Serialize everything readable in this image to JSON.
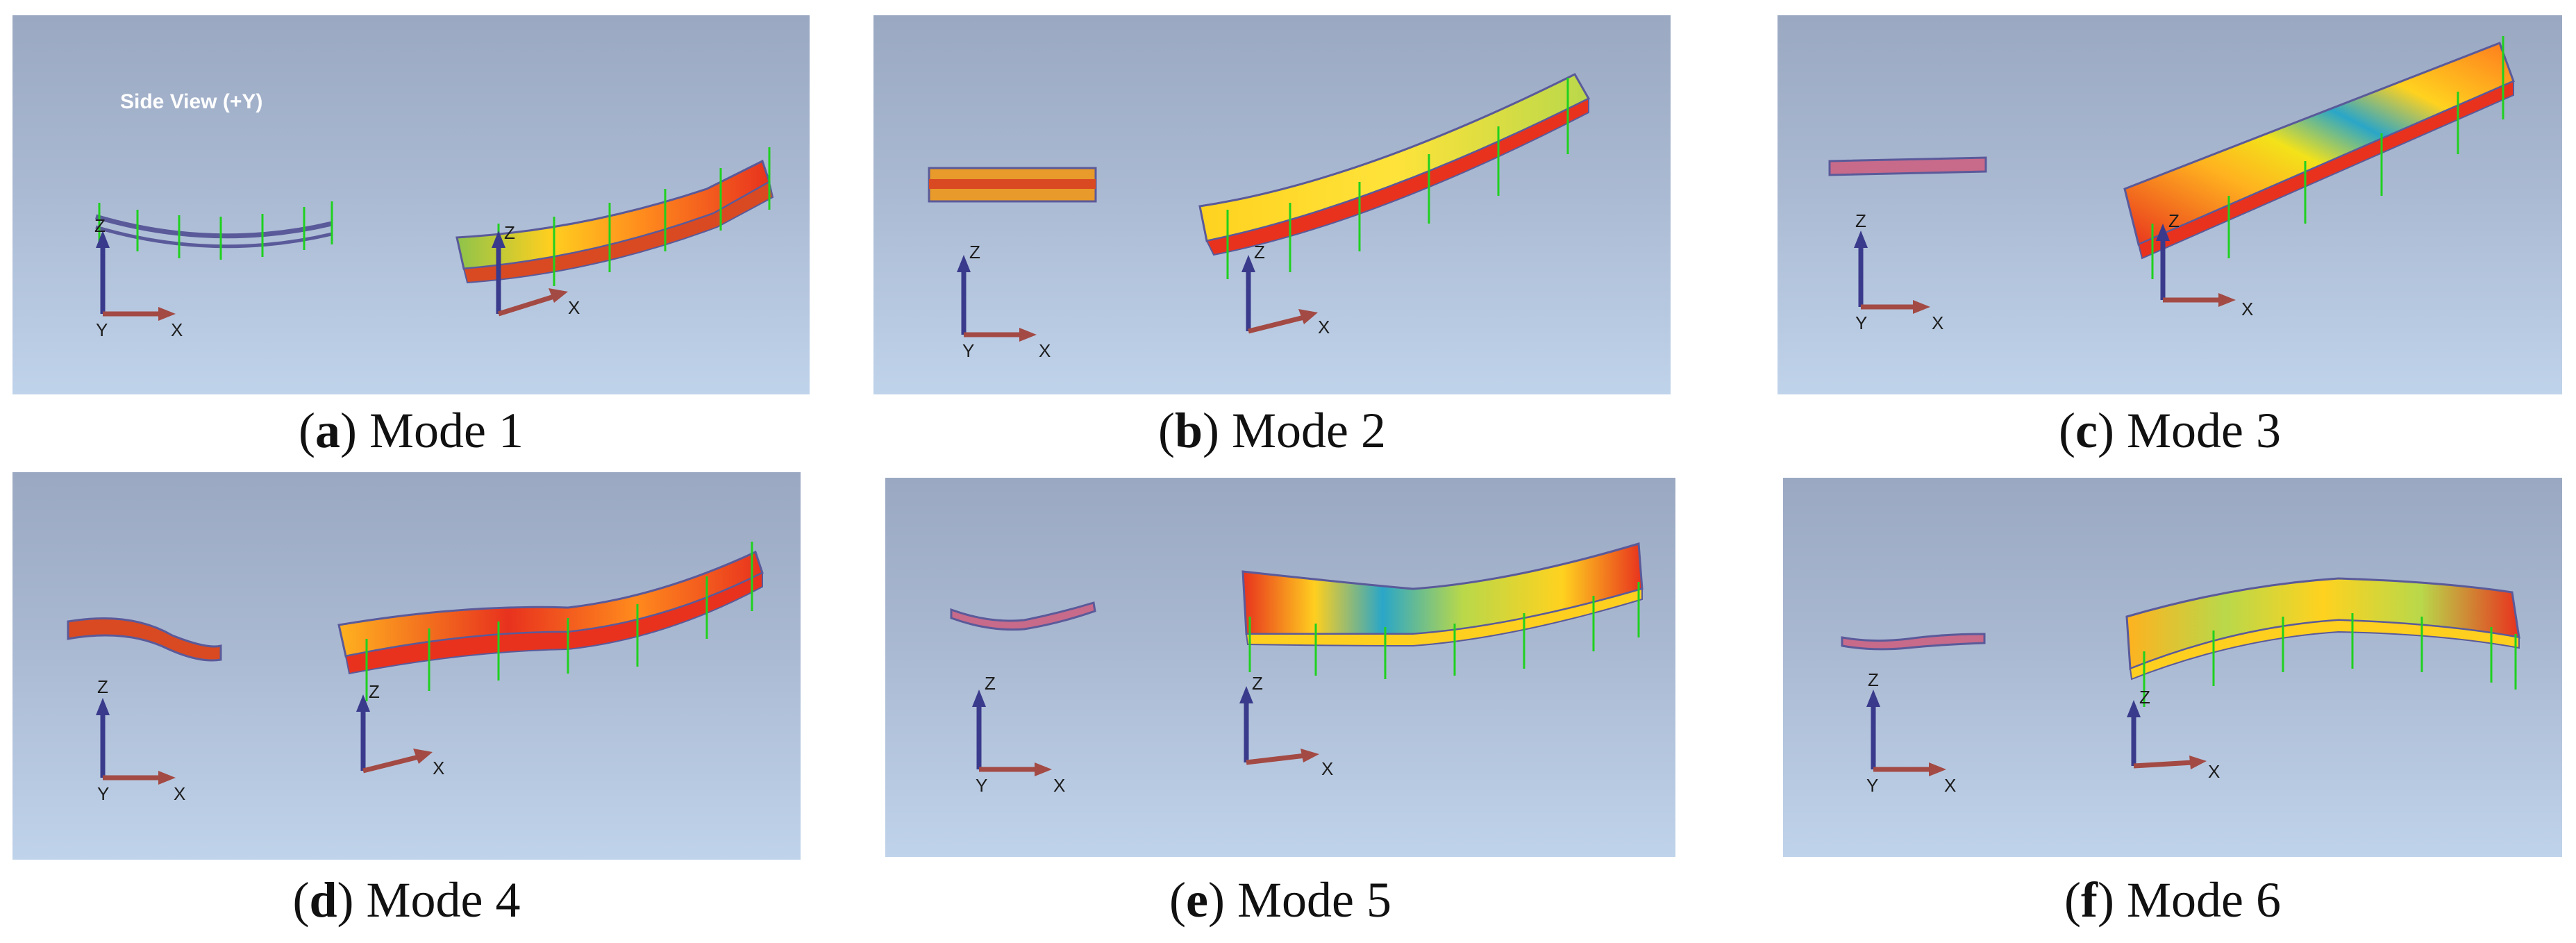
{
  "panels": [
    {
      "id": "a",
      "caption_letter": "a",
      "caption_text": "Mode 1",
      "view_label": "Side View (+Y)"
    },
    {
      "id": "b",
      "caption_letter": "b",
      "caption_text": "Mode 2"
    },
    {
      "id": "c",
      "caption_letter": "c",
      "caption_text": "Mode 3"
    },
    {
      "id": "d",
      "caption_letter": "d",
      "caption_text": "Mode 4"
    },
    {
      "id": "e",
      "caption_letter": "e",
      "caption_text": "Mode 5"
    },
    {
      "id": "f",
      "caption_letter": "f",
      "caption_text": "Mode 6"
    }
  ],
  "axes": {
    "z": "Z",
    "x": "X",
    "y": "Y"
  },
  "colors": {
    "beam_hot": "#e8321e",
    "beam_warm": "#ff9a1f",
    "beam_mid": "#f3e21a",
    "beam_cool": "#2aa6c8",
    "axis_vertical": "#3a3a8c",
    "axis_horizontal": "#a34a44",
    "marker": "#1fd11f",
    "frame_line": "#5a5a9a"
  },
  "icons": [
    "coordinate-triad-icon",
    "boundary-marker-icon"
  ]
}
